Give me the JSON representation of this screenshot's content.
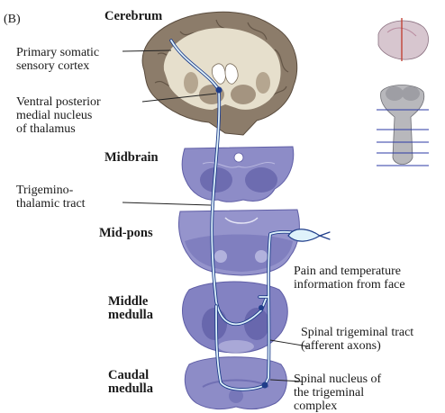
{
  "panel_letter": "(B)",
  "section_labels": {
    "cerebrum": "Cerebrum",
    "midbrain": "Midbrain",
    "mid_pons": "Mid-pons",
    "middle_medulla": "Middle\nmedulla",
    "caudal_medulla": "Caudal\nmedulla"
  },
  "structure_labels": {
    "primary_somatic_sensory_cortex": "Primary somatic\nsensory cortex",
    "vpm_thalamus": "Ventral posterior\nmedial nucleus\nof thalamus",
    "trigeminothalamic_tract": "Trigemino-\nthalamic tract",
    "pain_temperature_face": "Pain and temperature\ninformation from face",
    "spinal_trigeminal_tract": "Spinal trigeminal tract\n(afferent axons)",
    "spinal_nucleus_trigeminal": "Spinal nucleus of\nthe trigeminal\ncomplex"
  },
  "colors": {
    "cortex_gray": "#8c7c6a",
    "white_matter": "#e6dfcc",
    "stain_purple": "#8d8cc7",
    "stain_dark": "#5f5ea6",
    "pathway_blue": "#1f3d8a",
    "pathway_light": "#dff2fb"
  }
}
